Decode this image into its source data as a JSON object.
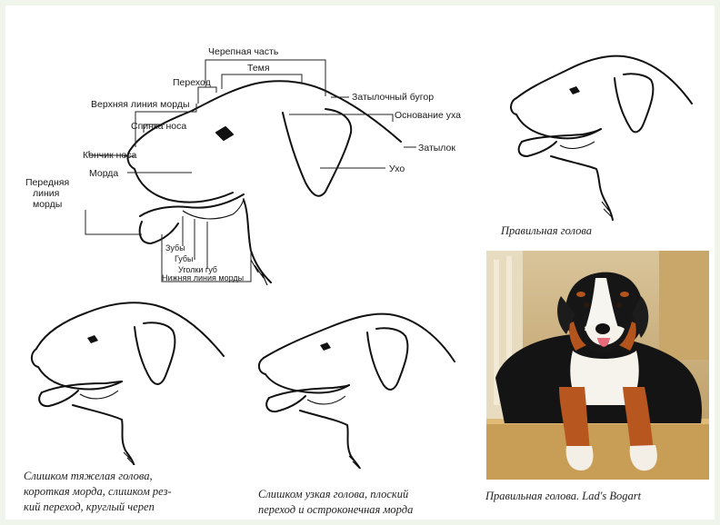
{
  "diagram": {
    "labels": {
      "skull": "Черепная часть",
      "crown": "Темя",
      "stop": "Переход",
      "muzzle_topline": "Верхняя линия морды",
      "bridge": "Спинка носа",
      "occipital": "Затылочный бугор",
      "ear_base": "Основание уха",
      "nape": "Затылок",
      "ear": "Ухо",
      "nose_tip": "Кончик носа",
      "muzzle": "Морда",
      "front_line": [
        "Передняя",
        "линия",
        "морды"
      ],
      "teeth": "Зубы",
      "lips": "Губы",
      "lip_corners": "Уголки губ",
      "lower_line": "Нижняя линия морды"
    }
  },
  "captions": {
    "correct": "Правильная голова",
    "heavy": [
      "Слишком тяжелая голова,",
      "короткая морда, слишком рез-",
      "кий переход, круглый череп"
    ],
    "narrow": [
      "Слишком узкая голова, плоский",
      "переход и остроконечная морда"
    ],
    "photo": "Правильная голова. Lad's Bogart"
  }
}
